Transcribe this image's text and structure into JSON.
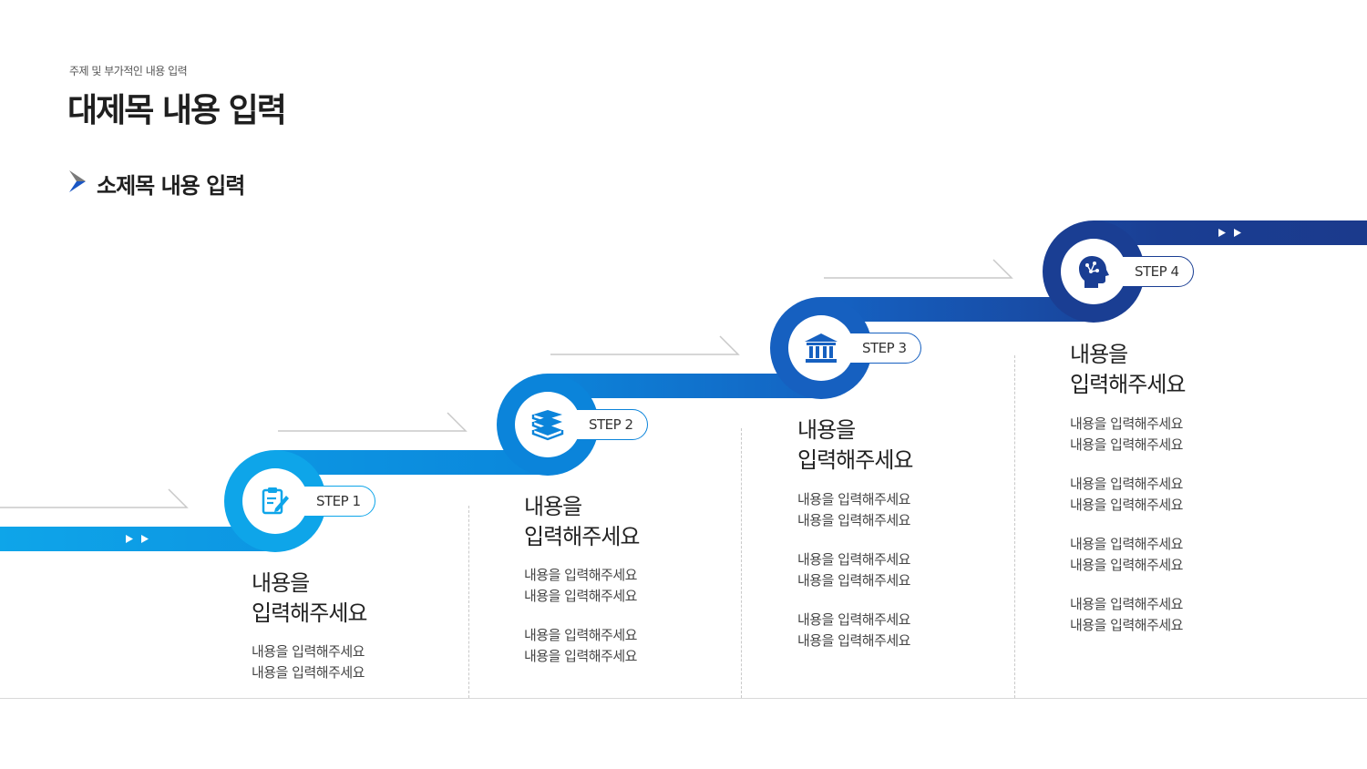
{
  "header": {
    "subtitle": "주제 및 부가적인 내용 입력",
    "title": "대제목 내용 입력"
  },
  "section": {
    "title": "소제목 내용 입력"
  },
  "colors": {
    "step1": "#0ea5e9",
    "step2": "#0b84da",
    "step3": "#1660c0",
    "step4": "#1a3e93",
    "guide_line": "#c9c9c9"
  },
  "steps": [
    {
      "label": "STEP 1",
      "icon": "clipboard-edit-icon",
      "heading_line1": "내용을",
      "heading_line2": "입력해주세요",
      "body": [
        "내용을 입력해주세요",
        "내용을 입력해주세요"
      ]
    },
    {
      "label": "STEP 2",
      "icon": "books-stack-icon",
      "heading_line1": "내용을",
      "heading_line2": "입력해주세요",
      "body": [
        "내용을 입력해주세요",
        "내용을 입력해주세요",
        "내용을 입력해주세요",
        "내용을 입력해주세요"
      ]
    },
    {
      "label": "STEP 3",
      "icon": "bank-building-icon",
      "heading_line1": "내용을",
      "heading_line2": "입력해주세요",
      "body": [
        "내용을 입력해주세요",
        "내용을 입력해주세요",
        "내용을 입력해주세요",
        "내용을 입력해주세요",
        "내용을 입력해주세요",
        "내용을 입력해주세요"
      ]
    },
    {
      "label": "STEP 4",
      "icon": "head-brain-icon",
      "heading_line1": "내용을",
      "heading_line2": "입력해주세요",
      "body": [
        "내용을 입력해주세요",
        "내용을 입력해주세요",
        "내용을 입력해주세요",
        "내용을 입력해주세요",
        "내용을 입력해주세요",
        "내용을 입력해주세요",
        "내용을 입력해주세요",
        "내용을 입력해주세요"
      ]
    }
  ]
}
